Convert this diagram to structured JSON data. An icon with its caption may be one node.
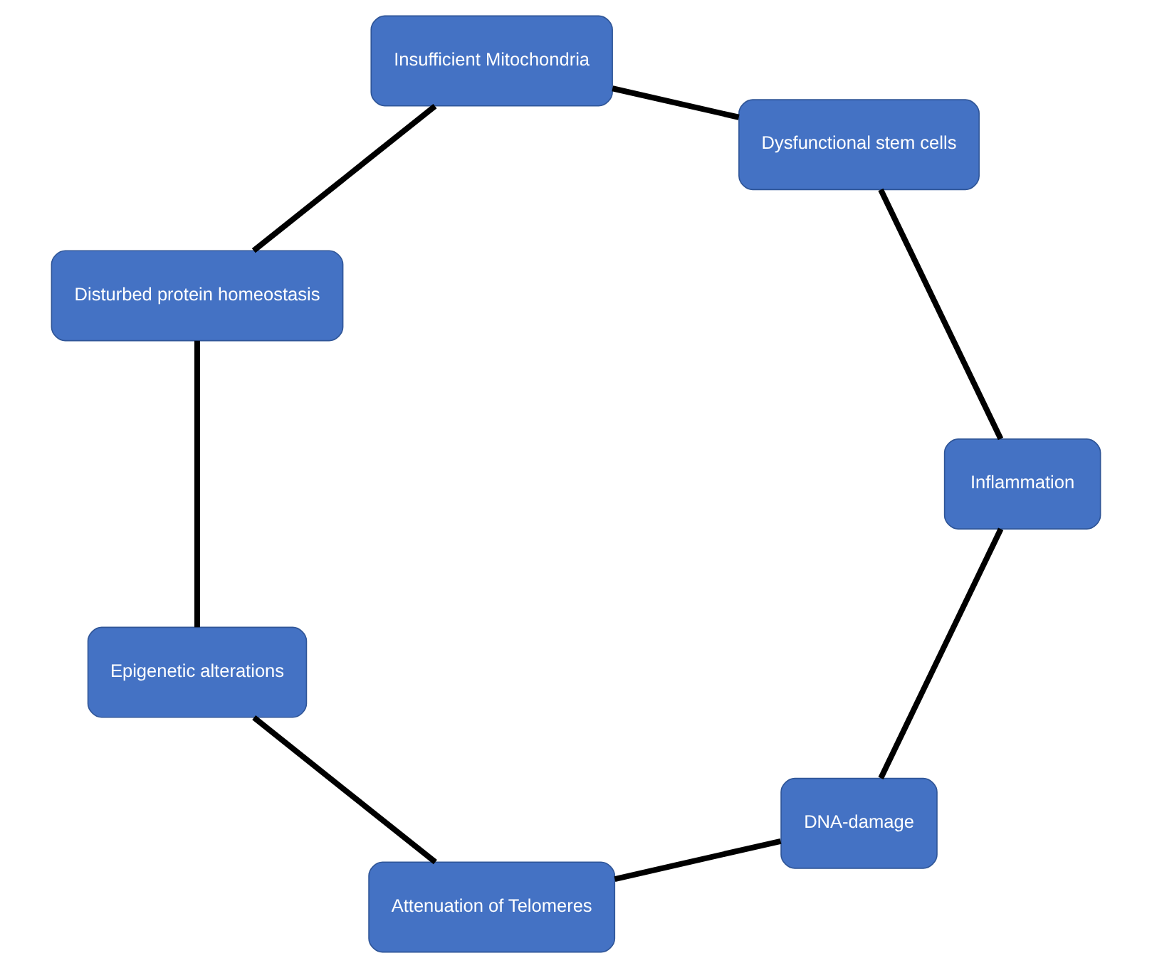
{
  "diagram": {
    "nodes": [
      {
        "text": [
          "DNA-damage"
        ]
      },
      {
        "text": [
          "Attenuation of Telomeres"
        ]
      },
      {
        "text": [
          "Epigenetic alterations"
        ]
      },
      {
        "text": [
          "Disturbed protein homeostasis"
        ]
      },
      {
        "text": [
          "Insufficient Mitochondria"
        ]
      },
      {
        "text": [
          "Dysfunctional stem cells"
        ]
      },
      {
        "text": [
          "Inflammation"
        ]
      }
    ],
    "edges": [
      {
        "from": 0,
        "to": 1,
        "arrow": "none"
      },
      {
        "from": 1,
        "to": 2,
        "arrow": "none"
      },
      {
        "from": 2,
        "to": 3,
        "arrow": "none"
      },
      {
        "from": 3,
        "to": 4,
        "arrow": "none"
      },
      {
        "from": 4,
        "to": 5,
        "arrow": "none"
      },
      {
        "from": 5,
        "to": 6,
        "arrow": "none"
      },
      {
        "from": 6,
        "to": 0,
        "arrow": "none"
      }
    ]
  }
}
